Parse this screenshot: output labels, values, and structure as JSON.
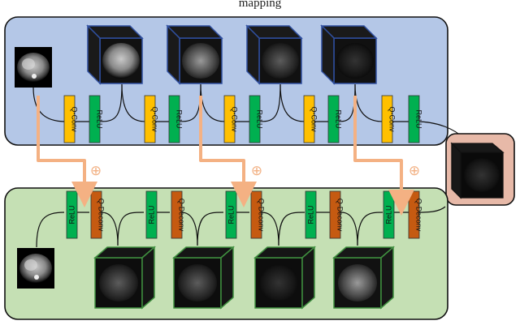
{
  "caption": "mapping",
  "symbols": {
    "skip_add": "⊕"
  },
  "encoder": {
    "conv_label": "Q-Conv",
    "act_label": "ReLU"
  },
  "decoder": {
    "deconv_label": "Q-Deconv",
    "act_label": "ReLU"
  },
  "colors": {
    "encoder_panel": "#b4c7e7",
    "decoder_panel": "#c5e0b4",
    "latent_panel": "#e7b9a8",
    "conv_block": "#ffc000",
    "relu_block": "#00b050",
    "deconv_block": "#c55a11",
    "skip_arrow": "#f4b183",
    "encoder_cube_edge": "#2f4f9f",
    "decoder_cube_edge": "#3f8f3f"
  }
}
